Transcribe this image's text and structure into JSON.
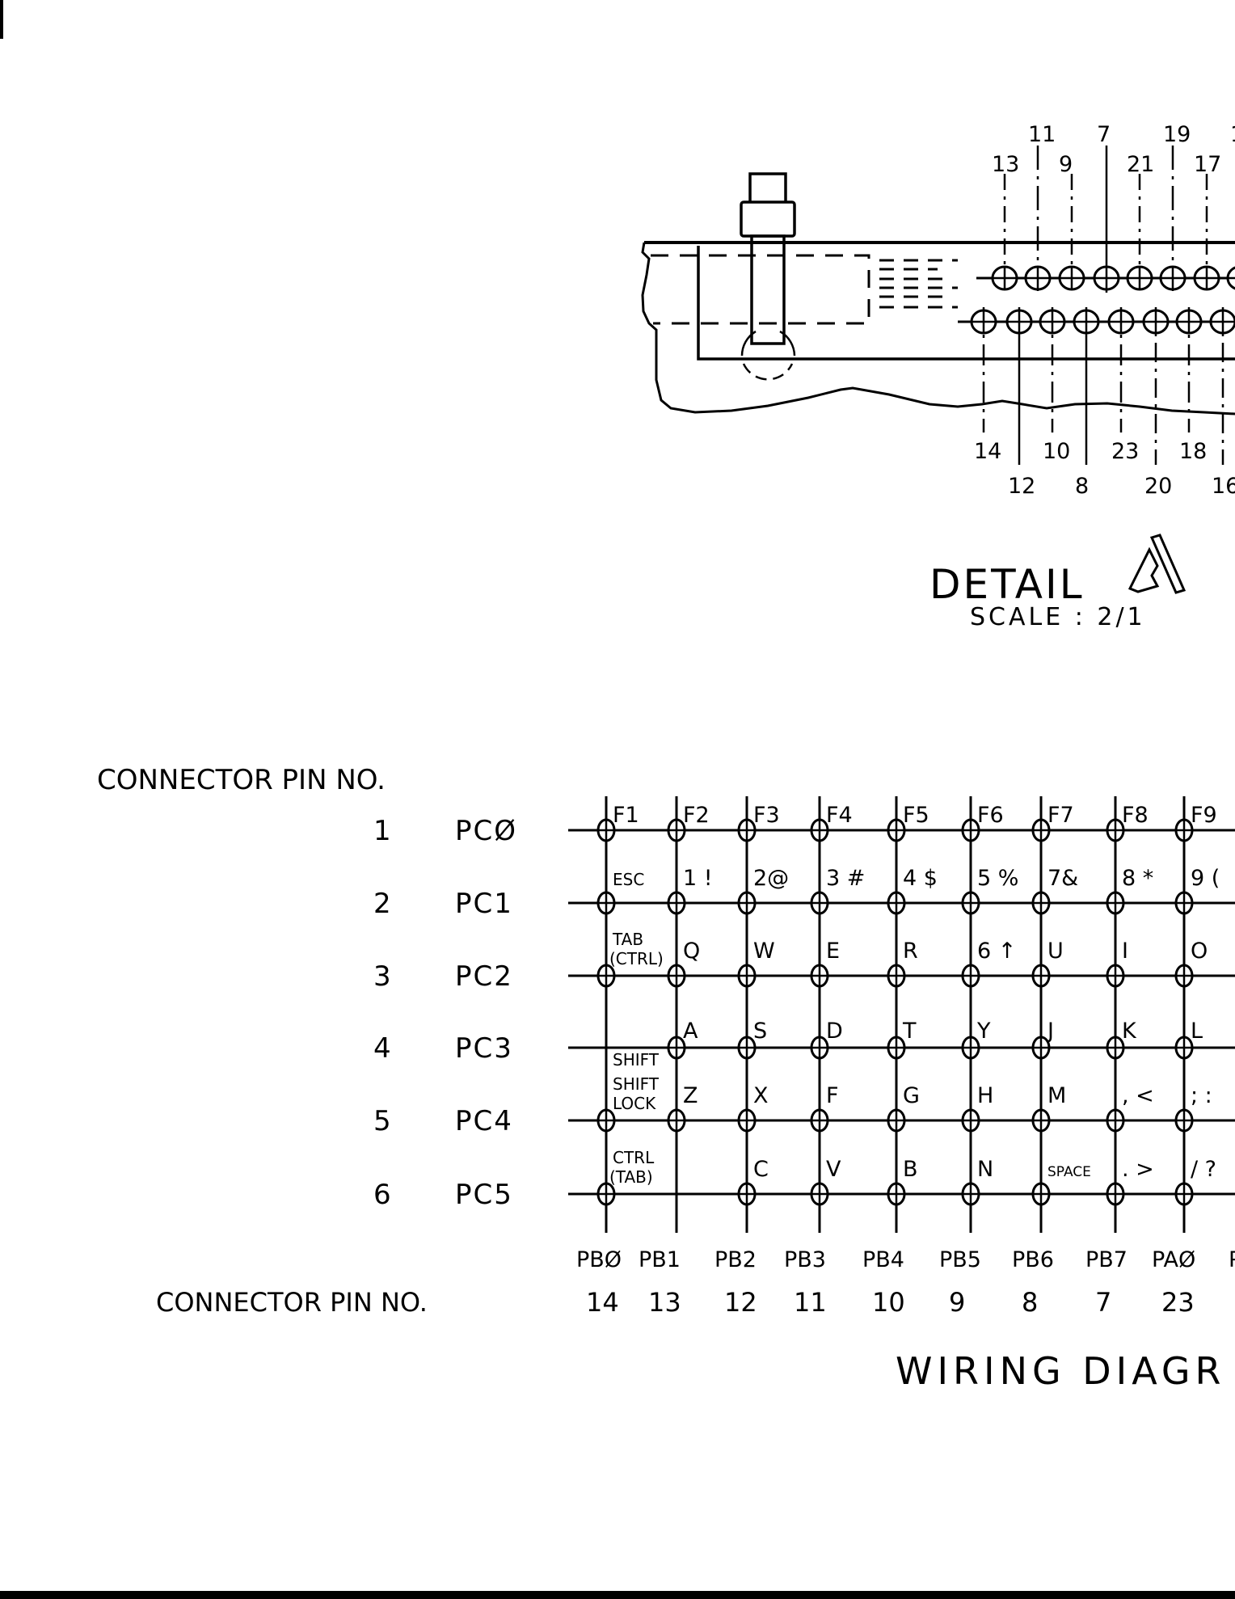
{
  "detail": {
    "title": "DETAIL",
    "marker": "A",
    "scale": "SCALE : 2/1",
    "top_pins_upper_labels": [
      "11",
      "7",
      "19",
      "1"
    ],
    "top_pins_lower_labels": [
      "13",
      "9",
      "21",
      "17"
    ],
    "bottom_pins_upper_labels": [
      "14",
      "10",
      "23",
      "18"
    ],
    "bottom_pins_lower_labels": [
      "12",
      "8",
      "20",
      "16"
    ]
  },
  "wiring": {
    "title": "WIRING DIAGR",
    "row_header": "CONNECTOR PIN NO.",
    "col_footer_label": "CONNECTOR PIN NO.",
    "rows": [
      {
        "pin": "1",
        "port": "PCØ"
      },
      {
        "pin": "2",
        "port": "PC1"
      },
      {
        "pin": "3",
        "port": "PC2"
      },
      {
        "pin": "4",
        "port": "PC3"
      },
      {
        "pin": "5",
        "port": "PC4"
      },
      {
        "pin": "6",
        "port": "PC5"
      }
    ],
    "columns": [
      {
        "port": "PBØ",
        "pin": "14"
      },
      {
        "port": "PB1",
        "pin": "13"
      },
      {
        "port": "PB2",
        "pin": "12"
      },
      {
        "port": "PB3",
        "pin": "11"
      },
      {
        "port": "PB4",
        "pin": "10"
      },
      {
        "port": "PB5",
        "pin": "9"
      },
      {
        "port": "PB6",
        "pin": "8"
      },
      {
        "port": "PB7",
        "pin": "7"
      },
      {
        "port": "PAØ",
        "pin": "23"
      },
      {
        "port": "P",
        "pin": ""
      }
    ],
    "keys": [
      [
        "F1",
        "F2",
        "F3",
        "F4",
        "F5",
        "F6",
        "F7",
        "F8",
        "F9"
      ],
      [
        "ESC",
        "1 !",
        "2@",
        "3 #",
        "4 $",
        "5 %",
        "7&",
        "8 *",
        "9 ("
      ],
      [
        "TAB\n(CTRL)",
        "Q",
        "W",
        "E",
        "R",
        "6 ↑",
        "U",
        "I",
        "O"
      ],
      [
        "SHIFT",
        "A",
        "S",
        "D",
        "T",
        "Y",
        "J",
        "K",
        "L"
      ],
      [
        "SHIFT\nLOCK",
        "Z",
        "X",
        "F",
        "G",
        "H",
        "M",
        ", <",
        "; :"
      ],
      [
        "CTRL\n(TAB)",
        "",
        "C",
        "V",
        "B",
        "N",
        "SPACE",
        ". >",
        "/ ?"
      ]
    ],
    "nodes_missing": [
      [
        3,
        0
      ],
      [
        5,
        1
      ]
    ]
  }
}
